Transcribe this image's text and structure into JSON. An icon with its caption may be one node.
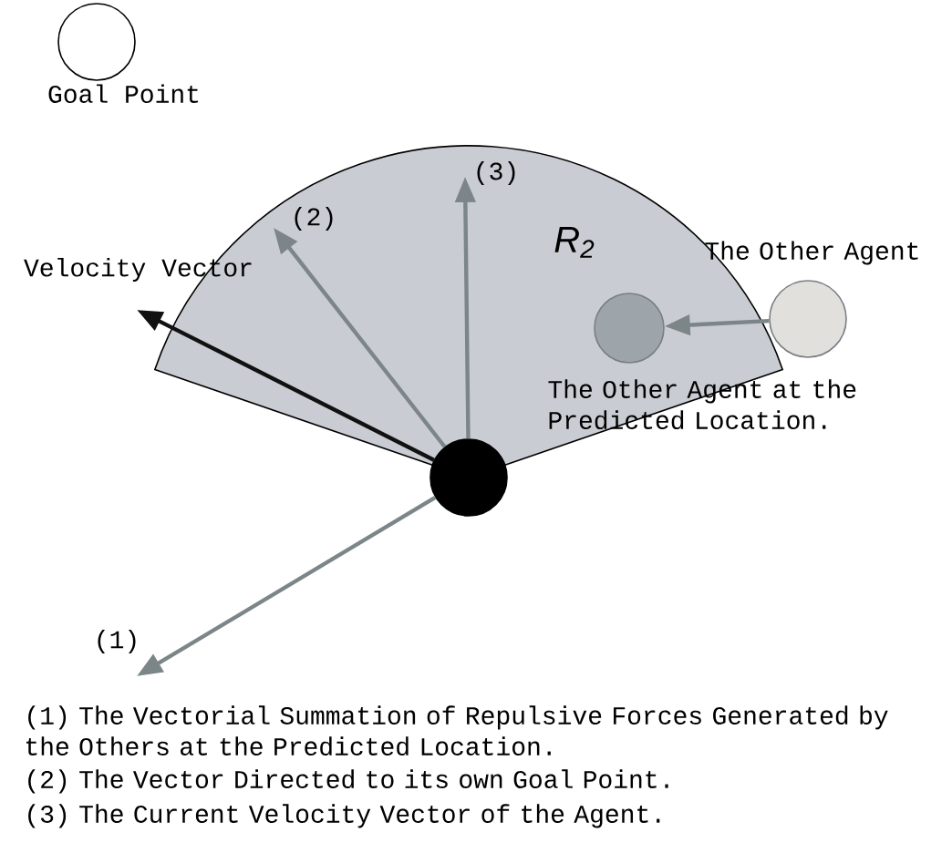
{
  "diagram": {
    "nodes": [
      {
        "text": [
          "Goal Point"
        ]
      },
      {
        "text": [
          "*R*$_{2}$"
        ]
      },
      {
        "text": [],
        "shape": "circle"
      },
      {
        "text": [],
        "shape": "circle",
        "in": 1,
        "beside": [
          "The Other Agent at the Predicted Location."
        ]
      },
      {
        "text": [],
        "shape": "circle",
        "beside": [
          "The Other Agent"
        ]
      }
    ],
    "edges": [
      {
        "from": 2,
        "to": 1,
        "arrow": "to",
        "label": "Velocity Vector",
        "color": "#111111"
      },
      {
        "from": 2,
        "to": 1,
        "arrow": "to",
        "label": "(2)"
      },
      {
        "from": 2,
        "to": 1,
        "arrow": "to",
        "label": "(3)"
      },
      {
        "from": 2,
        "to": null,
        "arrow": "to",
        "label": "(1)"
      },
      {
        "from": 4,
        "to": 3,
        "arrow": "to"
      }
    ],
    "labels": [
      "(1) The Vectorial Summation of Repulsive Forces Generated by the Others at the Predicted Location.",
      "(2) The Vector Directed to its own Goal Point.",
      "(3) The Current Velocity Vector of the Agent."
    ]
  }
}
